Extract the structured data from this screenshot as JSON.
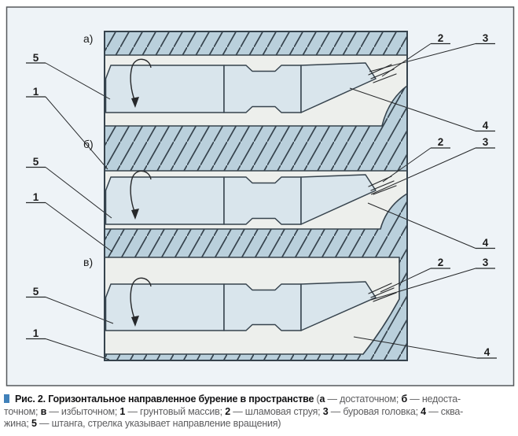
{
  "figure": {
    "diagram": {
      "sections": [
        {
          "letter": "а)"
        },
        {
          "letter": "б)"
        },
        {
          "letter": "в)"
        }
      ],
      "callouts": {
        "c1": "1",
        "c2": "2",
        "c3": "3",
        "c4": "4",
        "c5": "5"
      }
    },
    "caption": {
      "lines": [
        {
          "segments": [
            {
              "t": "Рис. 2. Горизонтальное направленное бурение в пространстве",
              "b": true
            },
            {
              "t": " (",
              "b": false
            },
            {
              "t": "а",
              "b": true
            },
            {
              "t": " — достаточном; ",
              "b": false
            },
            {
              "t": "б",
              "b": true
            },
            {
              "t": " — недоста-",
              "b": false
            }
          ]
        },
        {
          "segments": [
            {
              "t": "точном; ",
              "b": false
            },
            {
              "t": "в",
              "b": true
            },
            {
              "t": " — избыточном; ",
              "b": false
            },
            {
              "t": "1",
              "b": true
            },
            {
              "t": " — грунтовый массив; ",
              "b": false
            },
            {
              "t": "2",
              "b": true
            },
            {
              "t": " — шламовая струя; ",
              "b": false
            },
            {
              "t": "3",
              "b": true
            },
            {
              "t": " — буровая головка; ",
              "b": false
            },
            {
              "t": "4",
              "b": true
            },
            {
              "t": " — сква-",
              "b": false
            }
          ]
        },
        {
          "segments": [
            {
              "t": "жина; ",
              "b": false
            },
            {
              "t": "5",
              "b": true
            },
            {
              "t": " — штанга, стрелка указывает направление вращения)",
              "b": false
            }
          ]
        }
      ]
    },
    "colors": {
      "ground_hatch_fill": "#bad0dc",
      "hatch_line": "#36434d",
      "borehole_fill": "#edefec",
      "rod_fill": "#d9e5ec",
      "frame_fill": "#eef3f7",
      "caption_bullet": "#4181ba",
      "caption_gray": "#5d5d5f",
      "caption_black": "#131315"
    }
  }
}
